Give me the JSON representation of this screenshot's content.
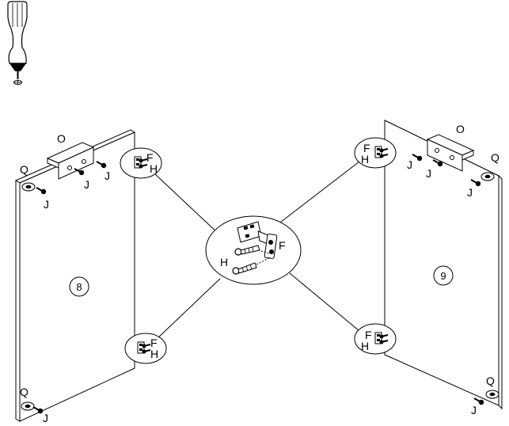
{
  "panels": [
    {
      "number": "8"
    },
    {
      "number": "9"
    }
  ],
  "labels": {
    "bracket": "O",
    "cam": "Q",
    "screw_j": "J",
    "hinge": "F",
    "screw_h": "H"
  },
  "icons": {
    "tool": "phillips-screwdriver-icon",
    "hinge": "hinge-icon",
    "screw": "screw-icon"
  }
}
